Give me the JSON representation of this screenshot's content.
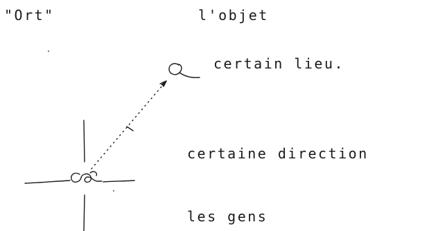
{
  "labels": {
    "ort": "\"Ort\"",
    "objet": "l'objet",
    "lieu": "certain lieu.",
    "direction": "certaine direction",
    "gens": "les gens"
  },
  "colors": {
    "ink": "#1a1a1a",
    "background": "#ffffff"
  }
}
